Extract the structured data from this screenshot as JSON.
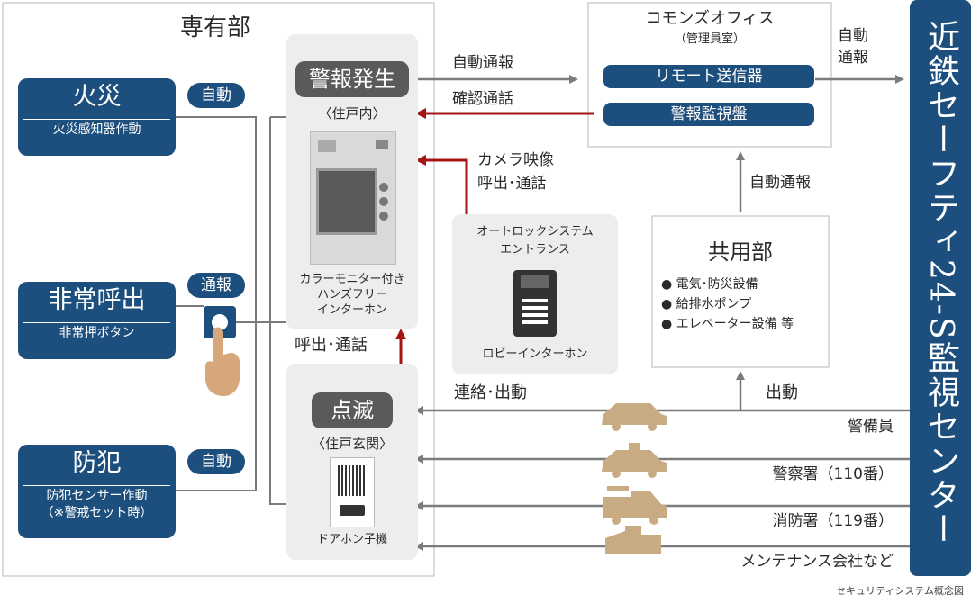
{
  "colors": {
    "primary": "#1d4f7e",
    "arrow_gray": "#7b7b7b",
    "arrow_red": "#a31515",
    "panel_gray": "#ededed",
    "tan": "#c9ab83",
    "dark_pill": "#5a5a5a"
  },
  "private_area": {
    "title": "専有部"
  },
  "fire": {
    "title": "火災",
    "subtitle": "火災感知器作動",
    "badge": "自動"
  },
  "emergency": {
    "title": "非常呼出",
    "subtitle": "非常押ボタン",
    "badge": "通報"
  },
  "crime": {
    "title": "防犯",
    "subtitle_line1": "防犯センサー作動",
    "subtitle_line2": "（※警戒セット時）",
    "badge": "自動"
  },
  "monitor_unit": {
    "alarm": "警報発生",
    "location": "〈住戸内〉",
    "line1": "カラーモニター付き",
    "line2": "ハンズフリー",
    "line3": "インターホン"
  },
  "call_label": "呼出･通話",
  "door_unit": {
    "alarm": "点滅",
    "location": "〈住戸玄関〉",
    "name": "ドアホン子機"
  },
  "commons_office": {
    "title": "コモンズオフィス",
    "subtitle": "（管理員室）",
    "remote": "リモート送信器",
    "panel": "警報監視盤"
  },
  "arrows": {
    "auto_report": "自動通報",
    "confirm_call": "確認通話",
    "camera_line1": "カメラ映像",
    "camera_line2": "呼出･通話",
    "auto_report_v1": "自動",
    "auto_report_v2": "通報",
    "auto_report_common": "自動通報",
    "contact_dispatch": "連絡･出動",
    "dispatch": "出動"
  },
  "lobby": {
    "title_line1": "オートロックシステム",
    "title_line2": "エントランス",
    "name": "ロビーインターホン"
  },
  "common_area": {
    "title": "共用部",
    "items": [
      "電気･防災設備",
      "給排水ポンプ",
      "エレベーター設備 等"
    ]
  },
  "center": {
    "name": "近鉄セーフティ24-S監視センター"
  },
  "responders": [
    "警備員",
    "警察署（110番）",
    "消防署（119番）",
    "メンテナンス会社など"
  ],
  "caption": "セキュリティシステム概念図"
}
